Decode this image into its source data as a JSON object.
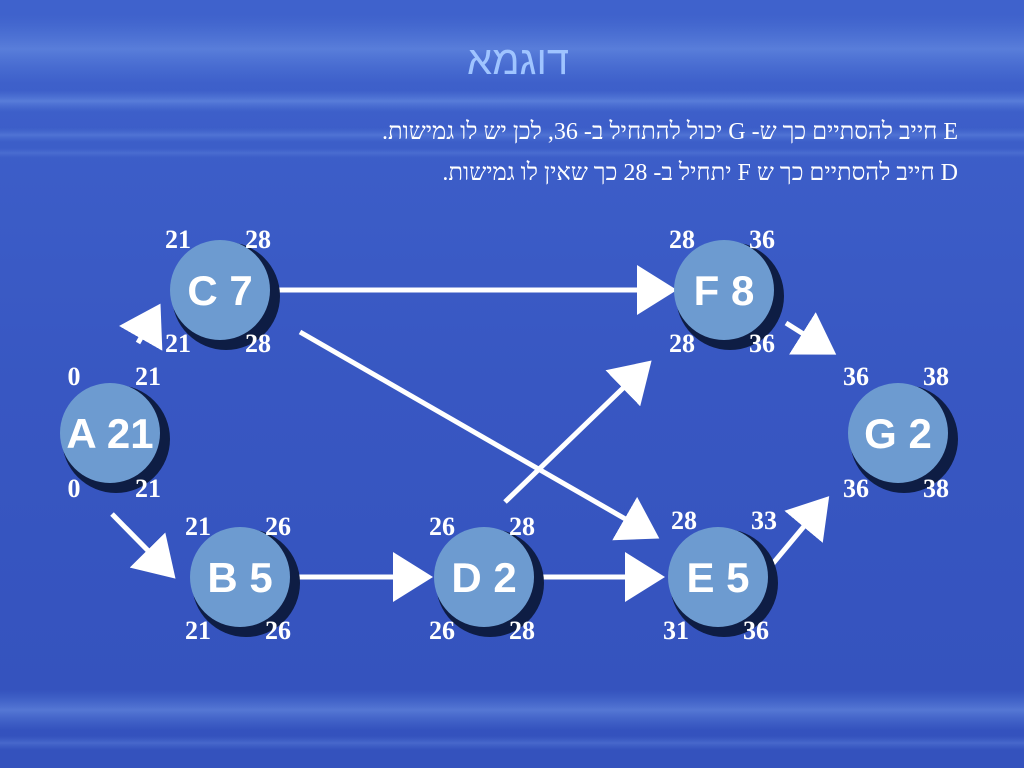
{
  "slide": {
    "title": "דוגמא",
    "lines": [
      "E חייב להסתיים כך ש- G יכול להתחיל ב- 36, לכן יש לו גמישות.",
      "D חייב להסתיים כך ש F יתחיל ב- 28 כך שאין לו גמישות."
    ]
  },
  "colors": {
    "background": "#3a5bc6",
    "title": "#9fc4ff",
    "node_fill": "#6d9bd0",
    "node_shadow": "#0e1d44",
    "arrow": "#ffffff",
    "text": "#ffffff"
  },
  "network": {
    "nodes": [
      {
        "id": "A",
        "label": "A 21",
        "es": "0",
        "ef": "21",
        "ls": "0",
        "lf": "21"
      },
      {
        "id": "C",
        "label": "C 7",
        "es": "21",
        "ef": "28",
        "ls": "21",
        "lf": "28"
      },
      {
        "id": "B",
        "label": "B 5",
        "es": "21",
        "ef": "26",
        "ls": "21",
        "lf": "26"
      },
      {
        "id": "D",
        "label": "D 2",
        "es": "26",
        "ef": "28",
        "ls": "26",
        "lf": "28"
      },
      {
        "id": "F",
        "label": "F 8",
        "es": "28",
        "ef": "36",
        "ls": "28",
        "lf": "36"
      },
      {
        "id": "E",
        "label": "E 5",
        "es": "28",
        "ef": "33",
        "ls": "31",
        "lf": "36"
      },
      {
        "id": "G",
        "label": "G 2",
        "es": "36",
        "ef": "38",
        "ls": "36",
        "lf": "38"
      }
    ],
    "edges": [
      {
        "from": "A",
        "to": "C"
      },
      {
        "from": "A",
        "to": "B"
      },
      {
        "from": "C",
        "to": "F"
      },
      {
        "from": "C",
        "to": "E"
      },
      {
        "from": "B",
        "to": "D"
      },
      {
        "from": "D",
        "to": "F"
      },
      {
        "from": "D",
        "to": "E"
      },
      {
        "from": "F",
        "to": "G"
      },
      {
        "from": "E",
        "to": "G"
      }
    ]
  }
}
